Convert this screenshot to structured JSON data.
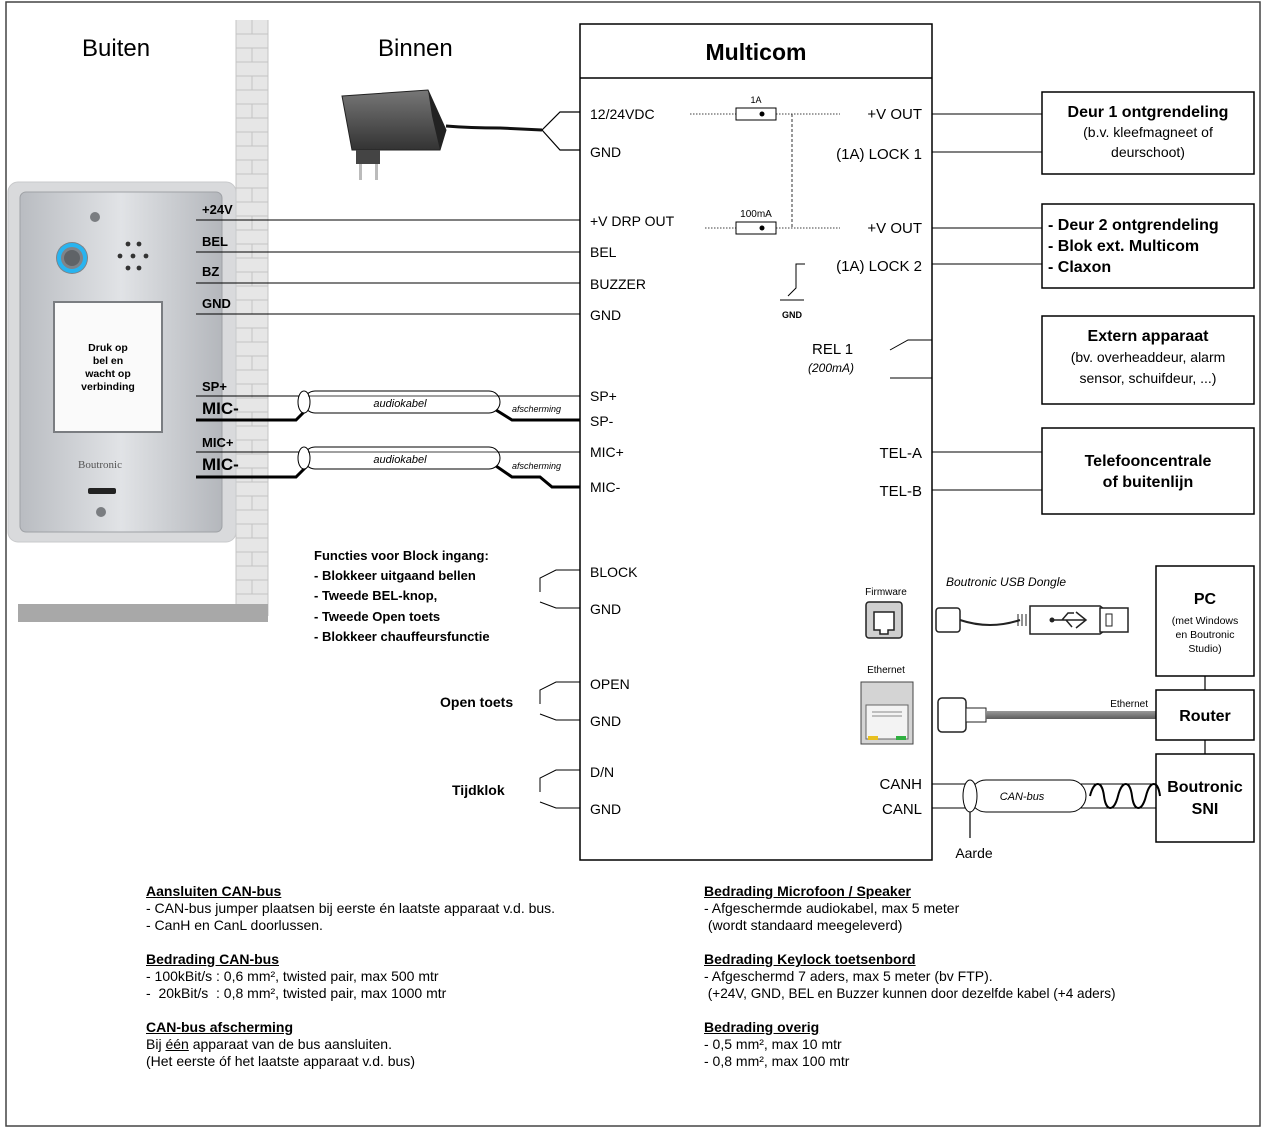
{
  "zones": {
    "outside": "Buiten",
    "inside": "Binnen"
  },
  "unit": {
    "title": "Multicom"
  },
  "panel": {
    "text": [
      "Druk op",
      "bel en",
      "wacht op",
      "verbinding"
    ],
    "brand": "Boutronic"
  },
  "wires_left": {
    "v24": "+24V",
    "bel": "BEL",
    "bz": "BZ",
    "gnd": "GND",
    "sp_plus": "SP+",
    "mic_minus_1": "MIC-",
    "mic_plus": "MIC+",
    "mic_minus_2": "MIC-",
    "cable": "audiokabel",
    "shield": "afscherming"
  },
  "terminals_left": {
    "supply": "12/24VDC",
    "gnd1": "GND",
    "vdrp": "+V DRP OUT",
    "bel": "BEL",
    "buzzer": "BUZZER",
    "gnd2": "GND",
    "sp_plus": "SP+",
    "sp_minus": "SP-",
    "mic_plus": "MIC+",
    "mic_minus": "MIC-",
    "block": "BLOCK",
    "gnd3": "GND",
    "open": "OPEN",
    "gnd4": "GND",
    "dn": "D/N",
    "gnd5": "GND"
  },
  "fuses": {
    "f1": "1A",
    "f2": "100mA"
  },
  "terminals_right": {
    "vout1": "+V OUT",
    "lock1": "(1A) LOCK 1",
    "vout2": "+V OUT",
    "lock2": "(1A) LOCK 2",
    "gnd_small": "GND",
    "rel1": "REL 1",
    "rel1_rating": "(200mA)",
    "tela": "TEL-A",
    "telb": "TEL-B",
    "canh": "CANH",
    "canl": "CANL",
    "firmware": "Firmware",
    "ethernet": "Ethernet"
  },
  "boxes": {
    "door1": {
      "title": "Deur 1 ontgrendeling",
      "sub1": "(b.v. kleefmagneet of",
      "sub2": "deurschoot)"
    },
    "door2": {
      "l1": "- Deur 2 ontgrendeling",
      "l2": "- Blok ext. Multicom",
      "l3": "- Claxon"
    },
    "extern": {
      "title": "Extern apparaat",
      "sub1": "(bv. overheaddeur, alarm",
      "sub2": "sensor, schuifdeur, ...)"
    },
    "tel": {
      "l1": "Telefooncentrale",
      "l2": "of buitenlijn"
    },
    "pc": {
      "title": "PC",
      "s1": "(met Windows",
      "s2": "en Boutronic",
      "s3": "Studio)"
    },
    "router": {
      "title": "Router"
    },
    "sni": {
      "l1": "Boutronic",
      "l2": "SNI"
    }
  },
  "inputs": {
    "block_title": "Functies voor Block ingang:",
    "block_items": [
      "- Blokkeer uitgaand bellen",
      "- Tweede BEL-knop,",
      "- Tweede Open toets",
      "- Blokkeer chauffeursfunctie"
    ],
    "open": "Open toets",
    "clock": "Tijdklok"
  },
  "periph": {
    "dongle": "Boutronic USB Dongle",
    "eth_cable": "Ethernet",
    "canbus": "CAN-bus",
    "earth": "Aarde"
  },
  "notes_left": [
    {
      "heading": "Aansluiten CAN-bus",
      "lines": [
        "- CAN-bus jumper plaatsen bij eerste én laatste apparaat v.d. bus.",
        "- CanH en CanL doorlussen."
      ]
    },
    {
      "heading": "Bedrading CAN-bus",
      "lines": [
        "- 100kBit/s : 0,6 mm², twisted pair, max 500 mtr",
        "-  20kBit/s  : 0,8 mm², twisted pair, max 1000 mtr"
      ]
    },
    {
      "heading": "CAN-bus afscherming",
      "line1_pre": "Bij ",
      "line1_u": "één",
      "line1_post": " apparaat van de bus aansluiten.",
      "line2": "(Het eerste óf het laatste apparaat v.d. bus)"
    }
  ],
  "notes_right": [
    {
      "heading": "Bedrading Microfoon / Speaker",
      "lines": [
        "- Afgeschermde audiokabel, max 5 meter",
        " (wordt standaard meegeleverd)"
      ]
    },
    {
      "heading": "Bedrading Keylock toetsenbord",
      "lines": [
        "- Afgeschermd 7 aders, max 5 meter (bv FTP).",
        " (+24V, GND, BEL en Buzzer kunnen door dezelfde kabel (+4 aders)"
      ]
    },
    {
      "heading": "Bedrading overig",
      "lines": [
        "- 0,5 mm², max 10 mtr",
        "- 0,8 mm², max 100 mtr"
      ]
    }
  ]
}
